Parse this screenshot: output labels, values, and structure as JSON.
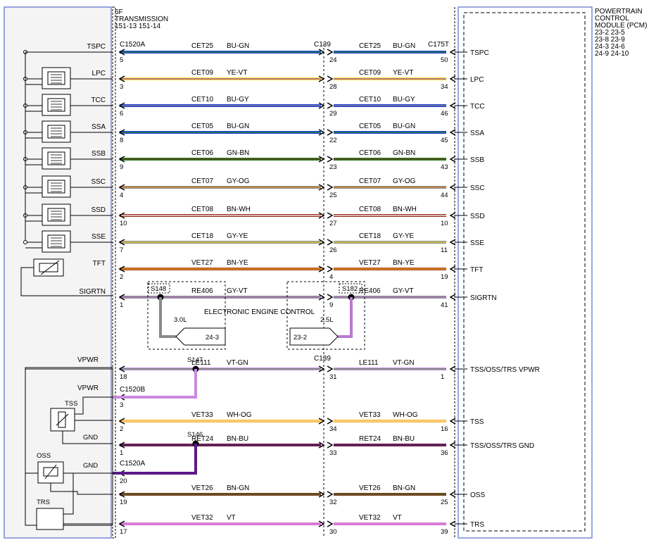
{
  "left_module": {
    "lines": [
      "6F",
      "TRANSMISSION",
      "151-13    151-14"
    ]
  },
  "pcm_module": {
    "lines": [
      "POWERTRAIN",
      "CONTROL",
      "MODULE (PCM)",
      "23-2   23-5",
      "23-8   23-9",
      "24-3   24-6",
      "24-9   24-10"
    ]
  },
  "connectors": {
    "c1520a_top": "C1520A",
    "c139_top": "C139",
    "c175t": "C175T",
    "c139_mid": "C139",
    "c1520b": "C1520B",
    "c1520a_bottom": "C1520A"
  },
  "splices": {
    "s148": "S148",
    "s182": "S182",
    "s147": "S147",
    "s146": "S146",
    "s148_engine": "3.0L",
    "s182_engine": "2.5L",
    "s148_ref": "24-3",
    "s182_ref": "23-2"
  },
  "center_note": "ELECTRONIC ENGINE CONTROL",
  "components": [
    "TSS",
    "OSS",
    "TRS"
  ],
  "gnd_labels": [
    "GND",
    "GND"
  ],
  "circuits": [
    {
      "left_label": "TSPC",
      "left_pin": "5",
      "mid_pin": "24",
      "right_pin": "50",
      "circuit": "CET25",
      "color": "BU-GN",
      "pcm_label": "TSPC",
      "main_color": "#1f3fd0",
      "stripe_color": "#2a8a2a"
    },
    {
      "left_label": "LPC",
      "left_pin": "3",
      "mid_pin": "28",
      "right_pin": "34",
      "circuit": "CET09",
      "color": "YE-VT",
      "pcm_label": "LPC",
      "main_color": "#f1dc2a",
      "stripe_color": "#9a3fc0"
    },
    {
      "left_label": "TCC",
      "left_pin": "6",
      "mid_pin": "29",
      "right_pin": "46",
      "circuit": "CET10",
      "color": "BU-GY",
      "pcm_label": "TCC",
      "main_color": "#1f3fd0",
      "stripe_color": "#888888"
    },
    {
      "left_label": "SSA",
      "left_pin": "8",
      "mid_pin": "22",
      "right_pin": "45",
      "circuit": "CET05",
      "color": "BU-GN",
      "pcm_label": "SSA",
      "main_color": "#1f3fd0",
      "stripe_color": "#2a8a2a"
    },
    {
      "left_label": "SSB",
      "left_pin": "9",
      "mid_pin": "23",
      "right_pin": "43",
      "circuit": "CET06",
      "color": "GN-BN",
      "pcm_label": "SSB",
      "main_color": "#2a7a22",
      "stripe_color": "#6b3a1e"
    },
    {
      "left_label": "SSC",
      "left_pin": "4",
      "mid_pin": "25",
      "right_pin": "44",
      "circuit": "CET07",
      "color": "GY-OG",
      "pcm_label": "SSC",
      "main_color": "#8a8a8a",
      "stripe_color": "#e8821c"
    },
    {
      "left_label": "SSD",
      "left_pin": "10",
      "mid_pin": "27",
      "right_pin": "10",
      "circuit": "CET08",
      "color": "BN-WH",
      "pcm_label": "SSD",
      "main_color": "#9a3322",
      "stripe_color": "#ffffff"
    },
    {
      "left_label": "SSE",
      "left_pin": "7",
      "mid_pin": "26",
      "right_pin": "11",
      "circuit": "CET18",
      "color": "GY-YE",
      "pcm_label": "SSE",
      "main_color": "#8a8a8a",
      "stripe_color": "#f1dc2a"
    },
    {
      "left_label": "TFT",
      "left_pin": "2",
      "mid_pin": "4",
      "right_pin": "19",
      "circuit": "VET27",
      "color": "BN-YE",
      "pcm_label": "TFT",
      "main_color": "#a84a1c",
      "stripe_color": "#f1a020"
    },
    {
      "left_label": "SIGRTN",
      "left_pin": "1",
      "mid_pin": "9",
      "right_pin": "41",
      "circuit": "RE406",
      "color": "GY-VT",
      "pcm_label": "SIGRTN",
      "main_color": "#8a8a8a",
      "stripe_color": "#b87ad0"
    },
    {
      "left_label": "VPWR",
      "left_pin": "18",
      "mid_pin": "31",
      "right_pin": "1",
      "circuit": "LE111",
      "color": "VT-GN",
      "pcm_label": "TSS/OSS/TRS VPWR",
      "main_color": "#c98ae0",
      "stripe_color": "#5c9a4a"
    },
    {
      "left_label": "VPWR",
      "left_pin": "3",
      "mid_pin": "",
      "right_pin": "",
      "circuit": "",
      "color": "",
      "pcm_label": "",
      "main_color": "#c98ae0",
      "stripe_color": "#5c9a4a"
    },
    {
      "left_label": "",
      "left_pin": "2",
      "mid_pin": "34",
      "right_pin": "16",
      "circuit": "VET33",
      "color": "WH-OG",
      "pcm_label": "TSS",
      "main_color": "#f7b43c",
      "stripe_color": "#ffe0a0"
    },
    {
      "left_label": "GND",
      "left_pin": "1",
      "mid_pin": "33",
      "right_pin": "36",
      "circuit": "RET24",
      "color": "BN-BU",
      "pcm_label": "TSS/OSS/TRS GND",
      "main_color": "#7a1c3a",
      "stripe_color": "#3a2a8a"
    },
    {
      "left_label": "GND",
      "left_pin": "20",
      "mid_pin": "",
      "right_pin": "",
      "circuit": "",
      "color": "",
      "pcm_label": "",
      "main_color": "#5a1a8a",
      "stripe_color": "#3a2a8a"
    },
    {
      "left_label": "",
      "left_pin": "19",
      "mid_pin": "32",
      "right_pin": "25",
      "circuit": "VET26",
      "color": "BN-GN",
      "pcm_label": "OSS",
      "main_color": "#7a3a1c",
      "stripe_color": "#4a6a2a"
    },
    {
      "left_label": "",
      "left_pin": "17",
      "mid_pin": "30",
      "right_pin": "39",
      "circuit": "VET32",
      "color": "VT",
      "pcm_label": "TRS",
      "main_color": "#d77ad6",
      "stripe_color": "#d77ad6"
    }
  ]
}
